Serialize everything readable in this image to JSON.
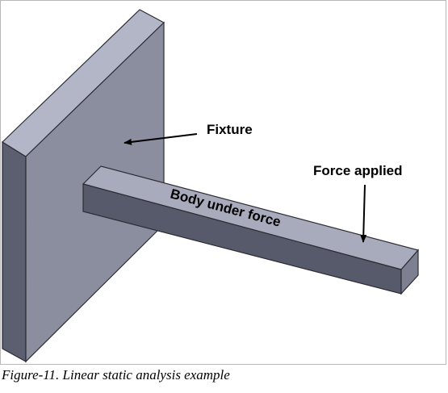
{
  "labels": {
    "fixture": "Fixture",
    "force": "Force applied",
    "body": "Body under force"
  },
  "caption": "Figure-11. Linear static analysis example",
  "colors": {
    "plate_front": "#8a8e9e",
    "plate_top": "#b3b6c6",
    "plate_side": "#5c5f70",
    "beam_top": "#a8abbb",
    "beam_front": "#575a6b",
    "beam_end": "#7d8091",
    "edge": "#2c2c34",
    "text": "#000000"
  }
}
